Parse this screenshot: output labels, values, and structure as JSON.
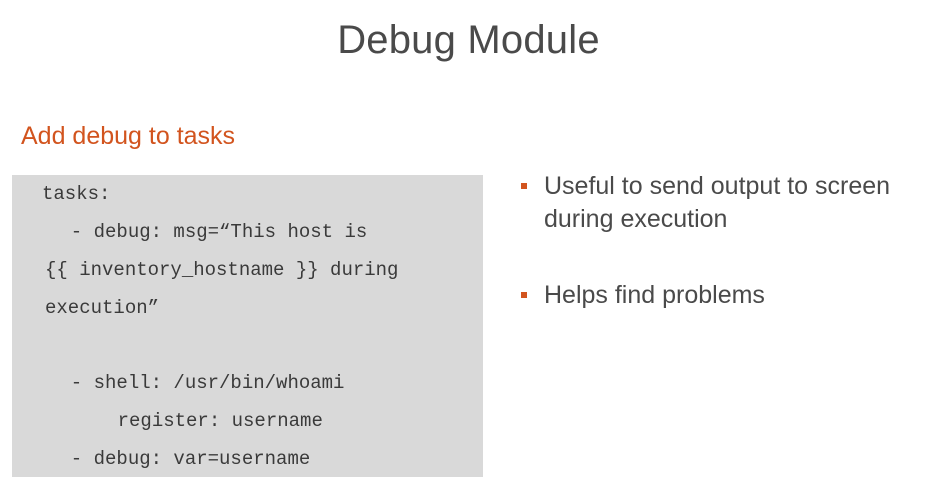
{
  "slide": {
    "title": "Debug Module",
    "subtitle": "Add debug to tasks",
    "code_lines": [
      "tasks:",
      "  - debug: msg=“This host is",
      "{{ inventory_hostname }} during",
      "execution”",
      "",
      "  - shell: /usr/bin/whoami",
      "    register: username",
      "  - debug: var=username"
    ],
    "bullets": [
      {
        "line1": "Useful to send output to screen",
        "line2": "during execution"
      },
      {
        "line1": "Helps find problems",
        "line2": ""
      }
    ],
    "colors": {
      "accent": "#d2541e",
      "text": "#4a4a4a",
      "code_bg": "#d9d9d9"
    }
  }
}
